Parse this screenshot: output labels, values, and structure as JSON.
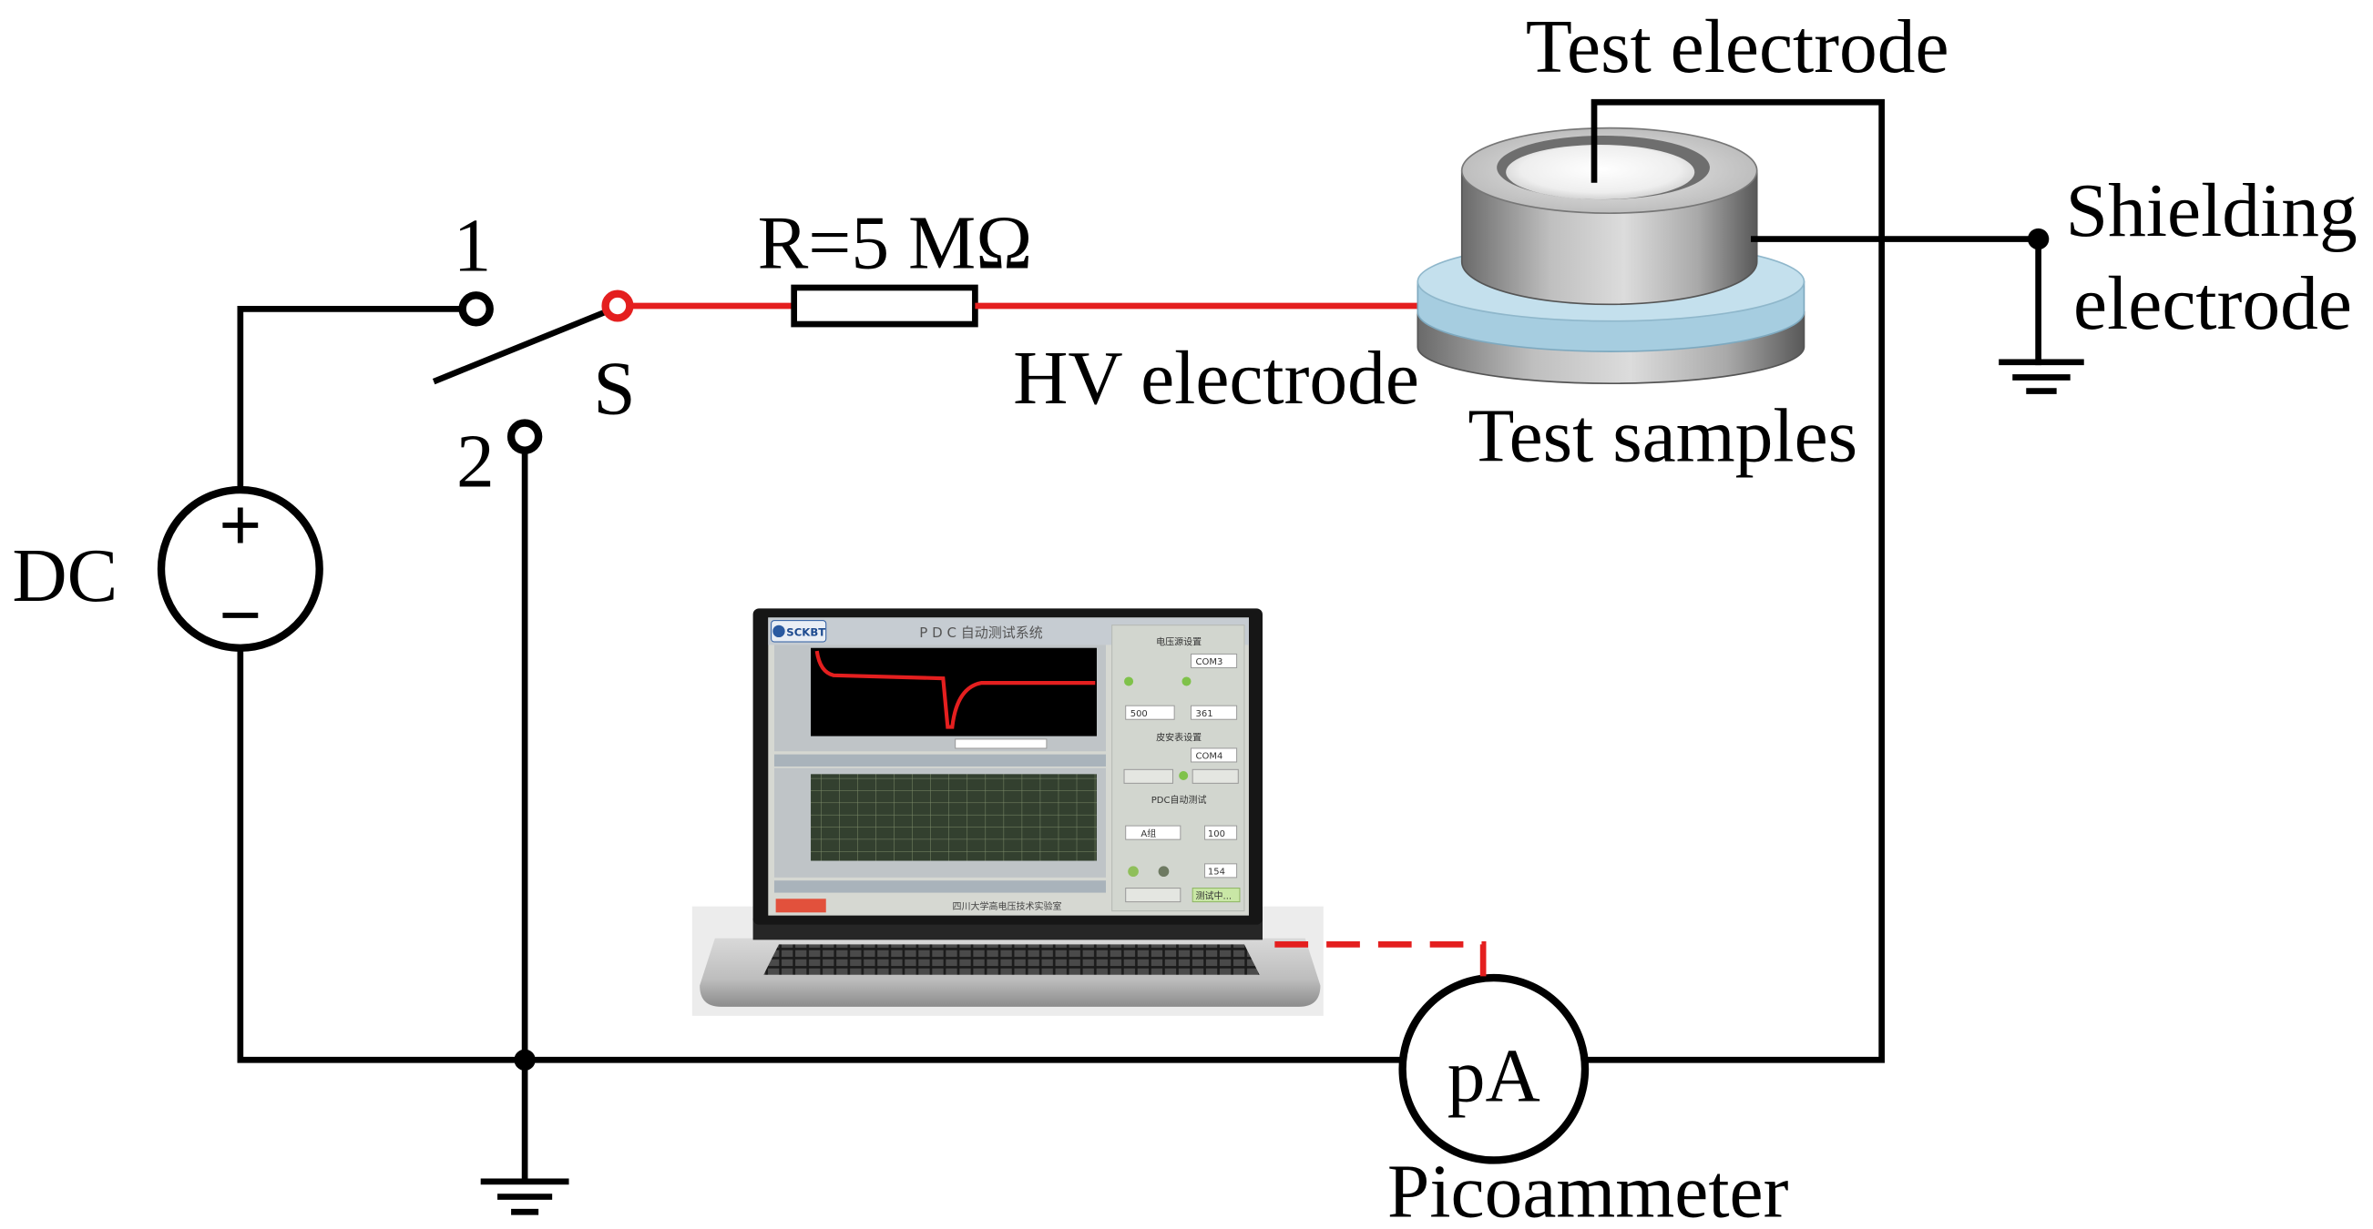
{
  "labels": {
    "test_electrode": "Test electrode",
    "shielding_line1": "Shielding",
    "shielding_line2": "electrode",
    "resistor": "R=5 MΩ",
    "hv_electrode": "HV electrode",
    "test_samples": "Test samples",
    "dc": "DC",
    "dc_plus": "+",
    "dc_minus": "−",
    "switch": "S",
    "terminal_1": "1",
    "terminal_2": "2",
    "picoammeter_unit": "pA",
    "picoammeter": "Picoammeter"
  },
  "laptop_screen": {
    "logo": "SCKBT",
    "title": "P D C 自动测试系统",
    "voltage_section": "电压源设置",
    "voltage_port": "COM3",
    "voltage_set": "500",
    "voltage_readback": "361",
    "picoammeter_section": "皮安表设置",
    "picoammeter_port": "COM4",
    "pdc_section": "PDC自动测试",
    "group": "A组",
    "test_time": "100",
    "count": "154",
    "status": "测试中...",
    "footer": "四川大学高电压技术实验室"
  },
  "colors": {
    "wire": "#000000",
    "hv_wire": "#e41f1f",
    "sample": "#a6cde0"
  }
}
